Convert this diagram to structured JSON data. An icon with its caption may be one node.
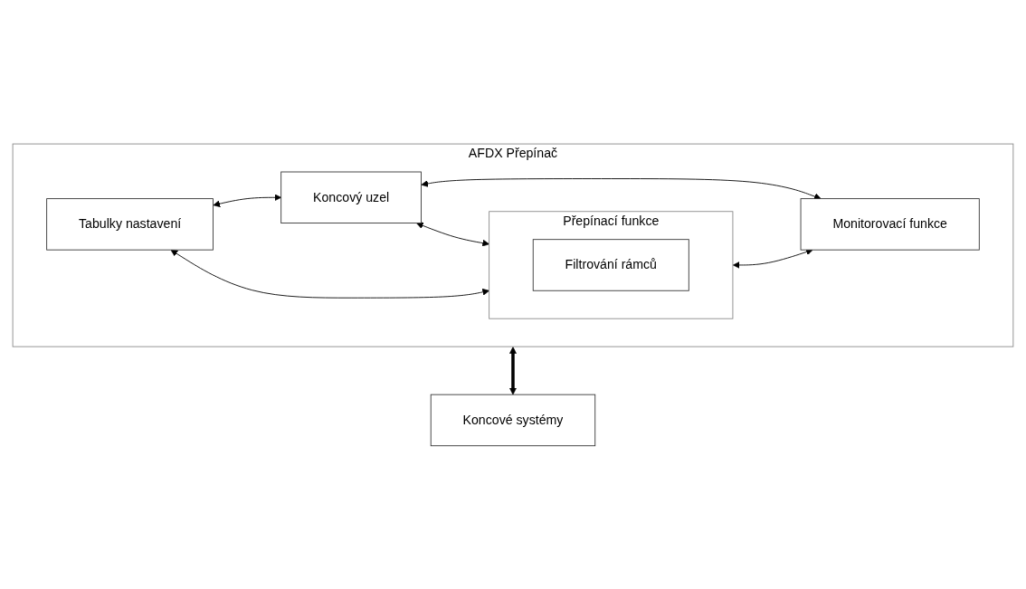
{
  "diagram": {
    "nodes": [
      {
        "text": [
          "AFDX Přepínač"
        ]
      },
      {
        "text": [
          "Tabulky nastavení"
        ],
        "in": 0
      },
      {
        "text": [
          "Koncový uzel"
        ],
        "in": 0
      },
      {
        "text": [
          "Přepínací funkce"
        ],
        "in": 0
      },
      {
        "text": [
          "Filtrování rámců"
        ],
        "in": 3
      },
      {
        "text": [
          "Monitorovací funkce"
        ],
        "in": 0
      },
      {
        "text": [
          "Koncové systémy"
        ]
      }
    ],
    "edges": [
      {
        "from": 1,
        "to": 2,
        "arrow": "both"
      },
      {
        "from": 2,
        "to": 5,
        "arrow": "both"
      },
      {
        "from": 2,
        "to": 3,
        "arrow": "both"
      },
      {
        "from": 1,
        "to": 3,
        "arrow": "both"
      },
      {
        "from": 3,
        "to": 5,
        "arrow": "both"
      },
      {
        "from": 0,
        "to": 6,
        "arrow": "both",
        "style": "thick"
      }
    ]
  }
}
